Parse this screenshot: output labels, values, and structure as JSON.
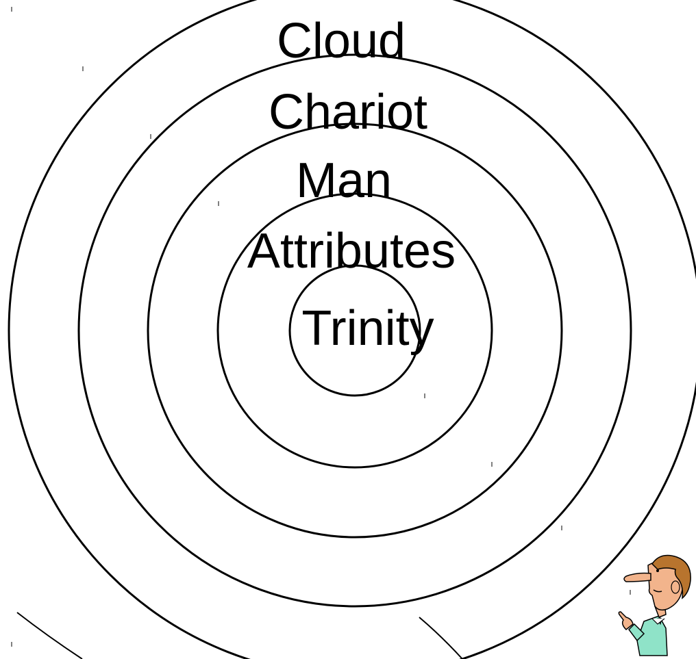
{
  "diagram": {
    "type": "concentric-circles",
    "rings_outer_to_inner": [
      {
        "label": "Cloud"
      },
      {
        "label": "Chariot"
      },
      {
        "label": "Man"
      },
      {
        "label": "Attributes"
      },
      {
        "label": "Trinity"
      }
    ],
    "stroke_color": "#000000",
    "background_color": "#ffffff"
  },
  "illustration": {
    "icon": "pointing-man-icon",
    "colors": {
      "skin": "#f2b48c",
      "hair": "#b8742e",
      "shirt": "#8fe3c8",
      "tie": "#2c3a8a"
    }
  }
}
